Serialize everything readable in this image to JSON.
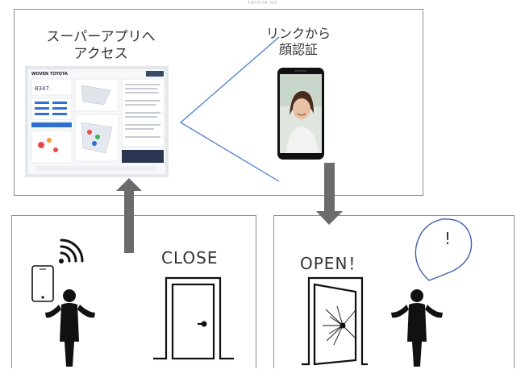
{
  "header": {
    "text": "TOYOTA OS"
  },
  "top_panel": {
    "superapp_label": [
      "スーパーアプリへ",
      "アクセス"
    ],
    "face_auth_label": [
      "リンクから",
      "顔認証"
    ],
    "app_screenshot": {
      "title": "WOVEN TOYOTA",
      "stat": "8347."
    }
  },
  "left_panel": {
    "status_label": "CLOSE"
  },
  "right_panel": {
    "status_label": "OPEN！",
    "bubble_text": "!"
  },
  "colors": {
    "arrow": "#6b6b6b",
    "line": "#4a7bd0",
    "bubble": "#3c5fb0",
    "border": "#8c8c8c"
  }
}
